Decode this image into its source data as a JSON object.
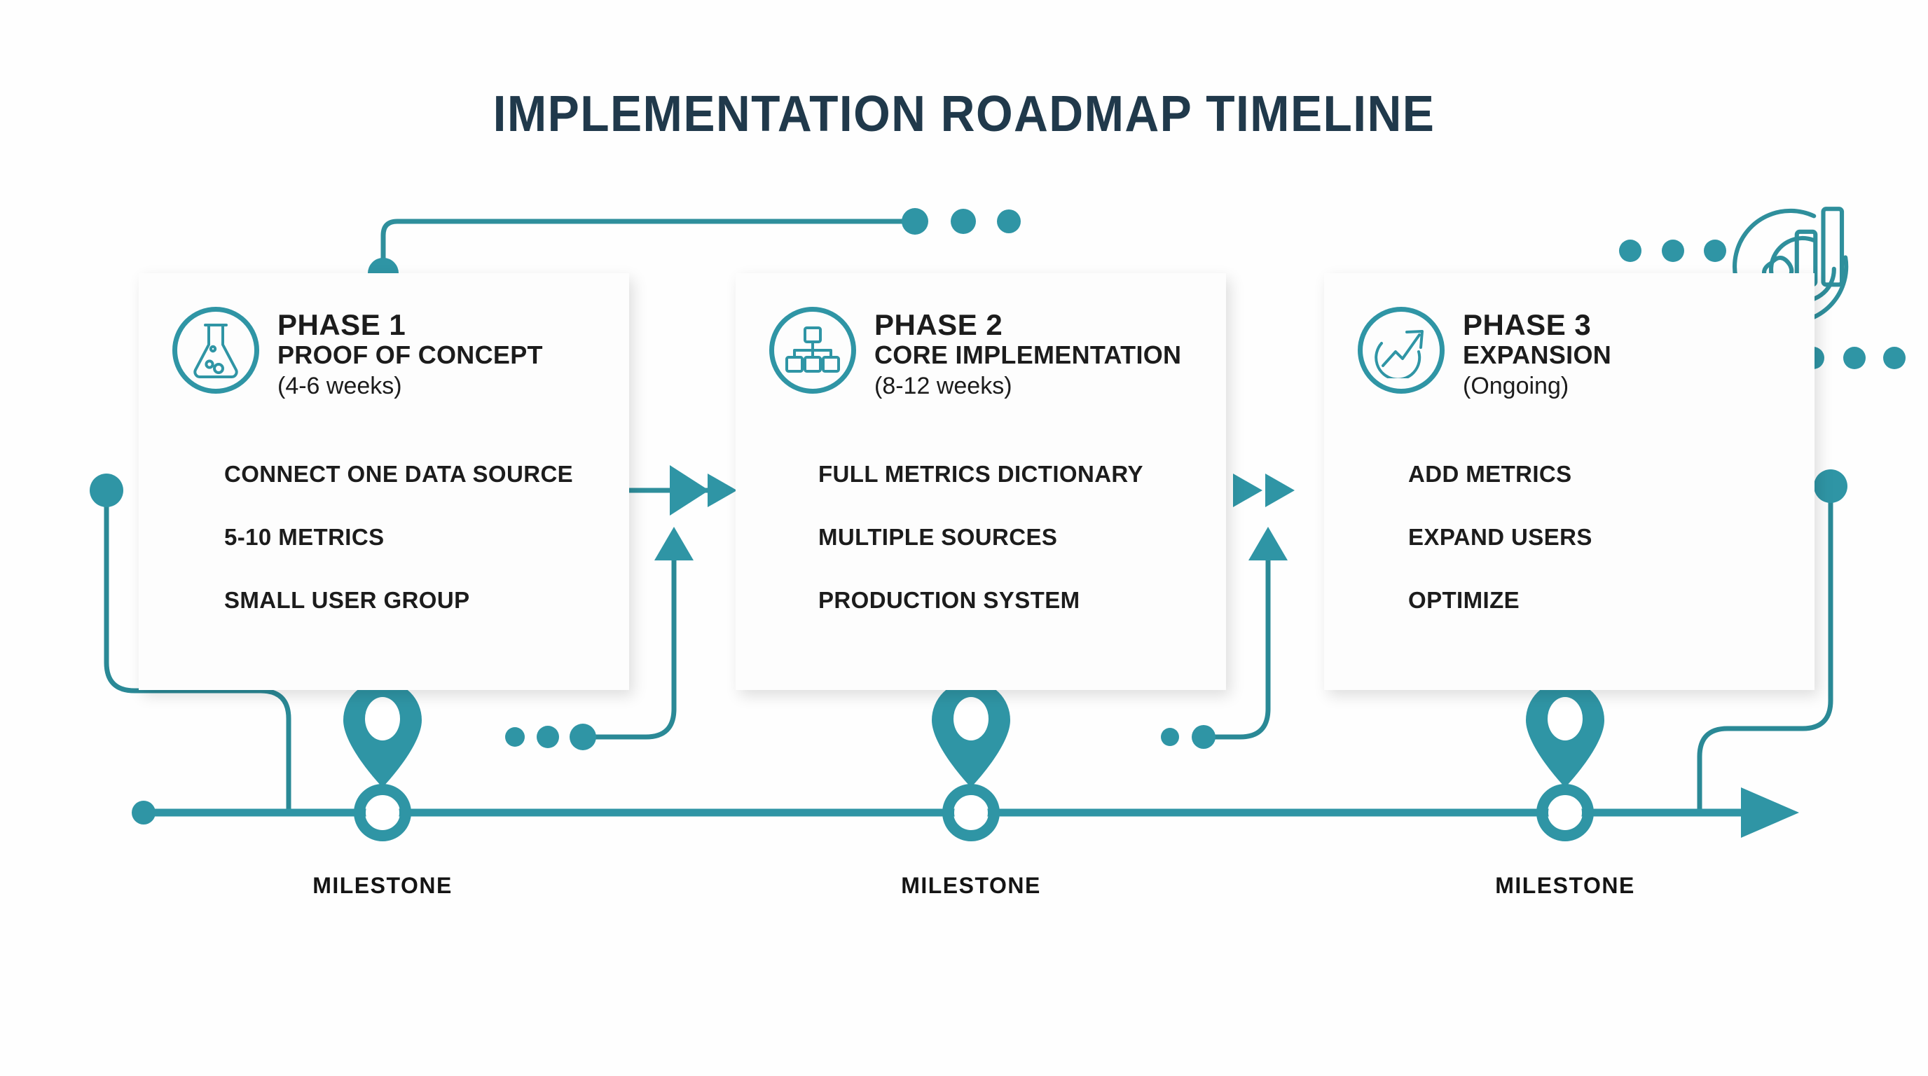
{
  "page": {
    "title": "IMPLEMENTATION ROADMAP TIMELINE",
    "background": "#ffffff",
    "accent_teal": "#2f95a5",
    "accent_teal_dark": "#1f7f8d",
    "title_color": "#20394b",
    "text_color": "#1c1c1c",
    "card_color": "#fdfdfd"
  },
  "phases": [
    {
      "label": "PHASE 1",
      "name": "PROOF OF CONCEPT",
      "duration": "(4-6 weeks)",
      "icon": "flask-icon",
      "items": [
        "CONNECT ONE DATA SOURCE",
        "5-10 METRICS",
        "SMALL USER GROUP"
      ]
    },
    {
      "label": "PHASE 2",
      "name": "CORE IMPLEMENTATION",
      "duration": "(8-12 weeks)",
      "icon": "hierarchy-icon",
      "items": [
        "FULL METRICS DICTIONARY",
        "MULTIPLE SOURCES",
        "PRODUCTION SYSTEM"
      ]
    },
    {
      "label": "PHASE 3",
      "name": "EXPANSION",
      "duration": "(Ongoing)",
      "icon": "growth-arrow-icon",
      "items": [
        "ADD METRICS",
        "EXPAND USERS",
        "OPTIMIZE"
      ]
    }
  ],
  "milestones": [
    {
      "label": "MILESTONE"
    },
    {
      "label": "MILESTONE"
    },
    {
      "label": "MILESTONE"
    }
  ],
  "decorations": {
    "corner_icon": "analytics-bars-circle-icon",
    "pin_icon": "map-pin-icon",
    "timeline_node_icon": "ring-node-icon",
    "timeline_end_icon": "arrow-right-icon",
    "connector_arrow_icon": "double-arrow-right-icon",
    "up_arrow_icon": "arrow-up-icon"
  }
}
